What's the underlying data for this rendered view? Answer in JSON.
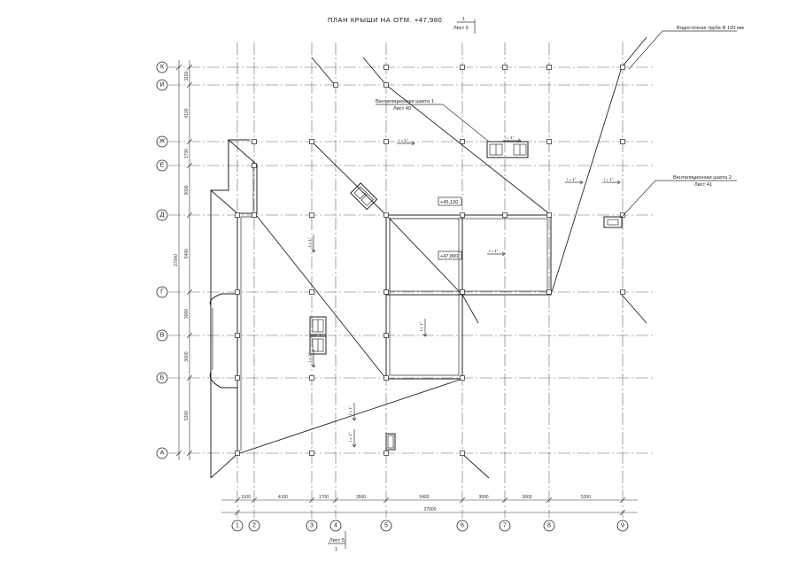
{
  "title": "ПЛАН КРЫШИ НА ОТМ. +47,980",
  "section_mark_top": {
    "number": "1",
    "sheet": "Лист 5"
  },
  "section_mark_bottom": {
    "number": "1",
    "sheet": "Лист 5"
  },
  "axes_vertical": [
    "1",
    "2",
    "3",
    "4",
    "5",
    "6",
    "7",
    "8",
    "9"
  ],
  "axes_horizontal": [
    "К",
    "И",
    "Ж",
    "Е",
    "Д",
    "Г",
    "В",
    "Б",
    "А"
  ],
  "dims_bottom": [
    "1100",
    "4100",
    "1700",
    "3500",
    "5400",
    "3000",
    "3000",
    "5200"
  ],
  "dim_total_bottom": "27000",
  "dims_left": [
    "1150",
    "4100",
    "1700",
    "3000",
    "5400",
    "3000",
    "3600",
    "5300"
  ],
  "dim_total_left": "27000",
  "elevations": [
    "+45,100",
    "+47,800"
  ],
  "annotations": {
    "drainpipe": "Водосточная труба Ф 100 мм",
    "vent1_name": "Вентиляционная шахта 1",
    "vent1_sheet": "Лист 40",
    "vent2_name": "Вентиляционная шахта 2",
    "vent2_sheet": "Лист 41"
  },
  "slope_label": "i = 1°"
}
